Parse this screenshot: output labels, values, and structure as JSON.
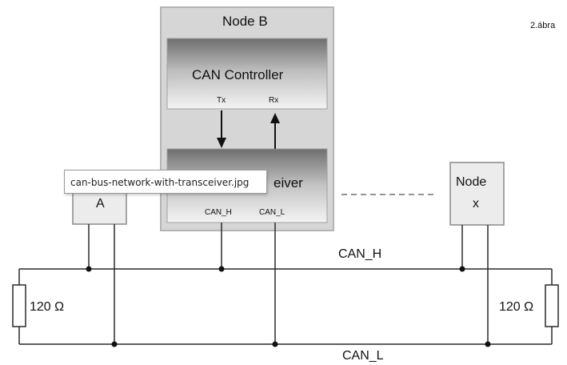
{
  "figure_label": "2.ábra",
  "node_b": {
    "title": "Node B",
    "controller_label": "CAN Controller",
    "tx_label": "Tx",
    "rx_label": "Rx",
    "transceiver_label_visible": "eiver",
    "can_h_pin": "CAN_H",
    "can_l_pin": "CAN_L"
  },
  "node_a": {
    "label": "A"
  },
  "node_x": {
    "label_line1": "Node",
    "label_line2": "x"
  },
  "bus": {
    "can_h_label": "CAN_H",
    "can_l_label": "CAN_L"
  },
  "resistors": {
    "left_label": "120 Ω",
    "right_label": "120 Ω"
  },
  "tooltip": {
    "text": "can-bus-network-with-transceiver.jpg"
  },
  "colors": {
    "line": "#2a2a2a",
    "panel": "#d6d6d6",
    "panel_border": "#b4b4b4"
  }
}
